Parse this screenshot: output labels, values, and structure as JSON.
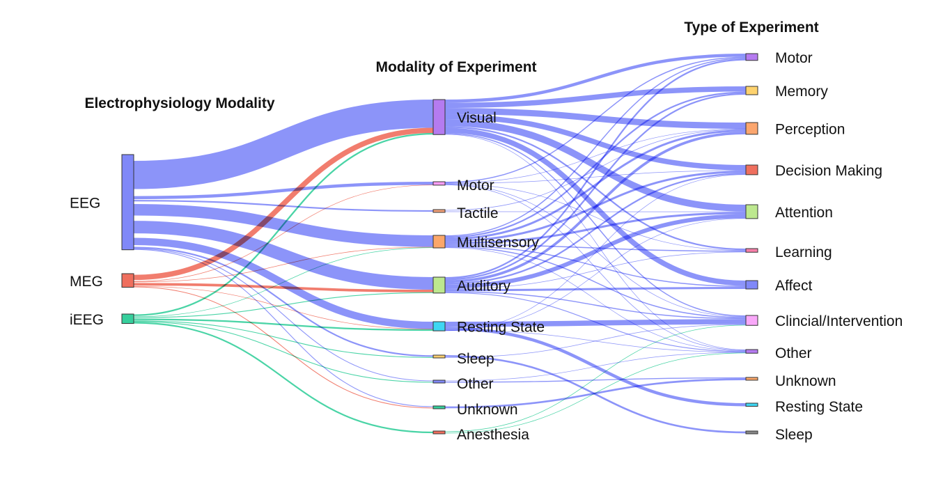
{
  "chart_data": {
    "type": "sankey",
    "columns": [
      {
        "title": "Electrophysiology Modality",
        "nodes": [
          {
            "id": "eeg",
            "label": "EEG",
            "color": "#8088f8"
          },
          {
            "id": "meg",
            "label": "MEG",
            "color": "#ef6f5e"
          },
          {
            "id": "ieeg",
            "label": "iEEG",
            "color": "#36cf9c"
          }
        ]
      },
      {
        "title": "Modality of Experiment",
        "nodes": [
          {
            "id": "m_visual",
            "label": "Visual",
            "color": "#b57bf0"
          },
          {
            "id": "m_motor",
            "label": "Motor",
            "color": "#ff9ef7"
          },
          {
            "id": "m_tactile",
            "label": "Tactile",
            "color": "#f6a37a"
          },
          {
            "id": "m_multisensory",
            "label": "Multisensory",
            "color": "#fba76a"
          },
          {
            "id": "m_auditory",
            "label": "Auditory",
            "color": "#bde88f"
          },
          {
            "id": "m_resting",
            "label": "Resting State",
            "color": "#3fd6f2"
          },
          {
            "id": "m_sleep",
            "label": "Sleep",
            "color": "#fdcf70"
          },
          {
            "id": "m_other",
            "label": "Other",
            "color": "#8088f8"
          },
          {
            "id": "m_unknown",
            "label": "Unknown",
            "color": "#36cf9c"
          },
          {
            "id": "m_anesthesia",
            "label": "Anesthesia",
            "color": "#ef6f5e"
          }
        ]
      },
      {
        "title": "Type of Experiment",
        "nodes": [
          {
            "id": "t_motor",
            "label": "Motor",
            "color": "#b57bf0"
          },
          {
            "id": "t_memory",
            "label": "Memory",
            "color": "#fdd26e"
          },
          {
            "id": "t_perception",
            "label": "Perception",
            "color": "#fba66e"
          },
          {
            "id": "t_decision",
            "label": "Decision Making",
            "color": "#ef6f5e"
          },
          {
            "id": "t_attention",
            "label": "Attention",
            "color": "#bde88f"
          },
          {
            "id": "t_learning",
            "label": "Learning",
            "color": "#f67fa8"
          },
          {
            "id": "t_affect",
            "label": "Affect",
            "color": "#8088f8"
          },
          {
            "id": "t_clinical",
            "label": "Clincial/Intervention",
            "color": "#f9a8f9"
          },
          {
            "id": "t_other",
            "label": "Other",
            "color": "#b57bf0"
          },
          {
            "id": "t_unknown",
            "label": "Unknown",
            "color": "#fba76a"
          },
          {
            "id": "t_resting",
            "label": "Resting State",
            "color": "#3fd6f2"
          },
          {
            "id": "t_sleep",
            "label": "Sleep",
            "color": "#888888"
          }
        ]
      }
    ],
    "links": [
      {
        "source": "eeg",
        "target": "m_visual",
        "value": 54
      },
      {
        "source": "eeg",
        "target": "m_motor",
        "value": 6
      },
      {
        "source": "eeg",
        "target": "m_tactile",
        "value": 2
      },
      {
        "source": "eeg",
        "target": "m_multisensory",
        "value": 22
      },
      {
        "source": "eeg",
        "target": "m_auditory",
        "value": 24
      },
      {
        "source": "eeg",
        "target": "m_resting",
        "value": 14
      },
      {
        "source": "eeg",
        "target": "m_sleep",
        "value": 2
      },
      {
        "source": "eeg",
        "target": "m_other",
        "value": 1
      },
      {
        "source": "eeg",
        "target": "m_unknown",
        "value": 1
      },
      {
        "source": "meg",
        "target": "m_visual",
        "value": 10
      },
      {
        "source": "meg",
        "target": "m_motor",
        "value": 0.5
      },
      {
        "source": "meg",
        "target": "m_multisensory",
        "value": 1
      },
      {
        "source": "meg",
        "target": "m_auditory",
        "value": 5
      },
      {
        "source": "meg",
        "target": "m_resting",
        "value": 0.5
      },
      {
        "source": "meg",
        "target": "m_unknown",
        "value": 1
      },
      {
        "source": "ieeg",
        "target": "m_visual",
        "value": 3
      },
      {
        "source": "ieeg",
        "target": "m_multisensory",
        "value": 1
      },
      {
        "source": "ieeg",
        "target": "m_auditory",
        "value": 1.5
      },
      {
        "source": "ieeg",
        "target": "m_resting",
        "value": 3
      },
      {
        "source": "ieeg",
        "target": "m_sleep",
        "value": 1
      },
      {
        "source": "ieeg",
        "target": "m_other",
        "value": 1
      },
      {
        "source": "ieeg",
        "target": "m_anesthesia",
        "value": 2
      },
      {
        "source": "m_visual",
        "target": "t_motor",
        "value": 6
      },
      {
        "source": "m_visual",
        "target": "t_memory",
        "value": 10
      },
      {
        "source": "m_visual",
        "target": "t_perception",
        "value": 12
      },
      {
        "source": "m_visual",
        "target": "t_decision",
        "value": 10
      },
      {
        "source": "m_visual",
        "target": "t_attention",
        "value": 13
      },
      {
        "source": "m_visual",
        "target": "t_learning",
        "value": 3
      },
      {
        "source": "m_visual",
        "target": "t_affect",
        "value": 10
      },
      {
        "source": "m_visual",
        "target": "t_clinical",
        "value": 2
      },
      {
        "source": "m_visual",
        "target": "t_other",
        "value": 1
      },
      {
        "source": "m_motor",
        "target": "t_motor",
        "value": 2
      },
      {
        "source": "m_motor",
        "target": "t_perception",
        "value": 0.5
      },
      {
        "source": "m_motor",
        "target": "t_decision",
        "value": 1
      },
      {
        "source": "m_motor",
        "target": "t_learning",
        "value": 1
      },
      {
        "source": "m_motor",
        "target": "t_clinical",
        "value": 1
      },
      {
        "source": "m_motor",
        "target": "t_other",
        "value": 1
      },
      {
        "source": "m_tactile",
        "target": "t_perception",
        "value": 1
      },
      {
        "source": "m_tactile",
        "target": "t_attention",
        "value": 1
      },
      {
        "source": "m_multisensory",
        "target": "t_motor",
        "value": 2
      },
      {
        "source": "m_multisensory",
        "target": "t_memory",
        "value": 3
      },
      {
        "source": "m_multisensory",
        "target": "t_perception",
        "value": 4
      },
      {
        "source": "m_multisensory",
        "target": "t_decision",
        "value": 4
      },
      {
        "source": "m_multisensory",
        "target": "t_attention",
        "value": 4
      },
      {
        "source": "m_multisensory",
        "target": "t_learning",
        "value": 2
      },
      {
        "source": "m_multisensory",
        "target": "t_affect",
        "value": 2
      },
      {
        "source": "m_multisensory",
        "target": "t_clinical",
        "value": 2
      },
      {
        "source": "m_multisensory",
        "target": "t_other",
        "value": 1
      },
      {
        "source": "m_auditory",
        "target": "t_motor",
        "value": 3
      },
      {
        "source": "m_auditory",
        "target": "t_memory",
        "value": 3
      },
      {
        "source": "m_auditory",
        "target": "t_perception",
        "value": 5
      },
      {
        "source": "m_auditory",
        "target": "t_decision",
        "value": 3
      },
      {
        "source": "m_auditory",
        "target": "t_attention",
        "value": 8
      },
      {
        "source": "m_auditory",
        "target": "t_learning",
        "value": 1
      },
      {
        "source": "m_auditory",
        "target": "t_affect",
        "value": 4
      },
      {
        "source": "m_auditory",
        "target": "t_clinical",
        "value": 2
      },
      {
        "source": "m_auditory",
        "target": "t_other",
        "value": 1.5
      },
      {
        "source": "m_resting",
        "target": "t_clinical",
        "value": 10
      },
      {
        "source": "m_resting",
        "target": "t_resting",
        "value": 6
      },
      {
        "source": "m_resting",
        "target": "t_other",
        "value": 0.5
      },
      {
        "source": "m_resting",
        "target": "t_attention",
        "value": 0.5
      },
      {
        "source": "m_resting",
        "target": "t_decision",
        "value": 0.5
      },
      {
        "source": "m_sleep",
        "target": "t_sleep",
        "value": 2
      },
      {
        "source": "m_sleep",
        "target": "t_clinical",
        "value": 1
      },
      {
        "source": "m_other",
        "target": "t_other",
        "value": 1
      },
      {
        "source": "m_other",
        "target": "t_unknown",
        "value": 1
      },
      {
        "source": "m_unknown",
        "target": "t_unknown",
        "value": 2
      },
      {
        "source": "m_anesthesia",
        "target": "t_clinical",
        "value": 1
      },
      {
        "source": "m_anesthesia",
        "target": "t_other",
        "value": 1
      }
    ]
  }
}
